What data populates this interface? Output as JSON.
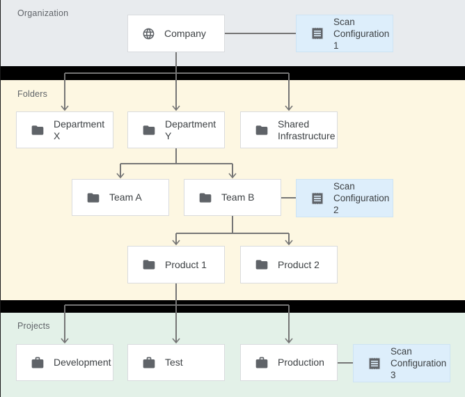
{
  "diagram": {
    "title_hint": "Resource hierarchy with scan configurations",
    "sections": {
      "organization": {
        "label": "Organization"
      },
      "folders": {
        "label": "Folders"
      },
      "projects": {
        "label": "Projects"
      }
    },
    "nodes": {
      "company": {
        "label": "Company",
        "icon": "globe-icon",
        "section": "organization"
      },
      "scan_config_1": {
        "label": "Scan Configuration 1",
        "icon": "receipt-icon",
        "section": "organization"
      },
      "department_x": {
        "label": "Department X",
        "icon": "folder-icon",
        "section": "folders"
      },
      "department_y": {
        "label": "Department Y",
        "icon": "folder-icon",
        "section": "folders"
      },
      "shared_infrastructure": {
        "label": "Shared Infrastructure",
        "icon": "folder-icon",
        "section": "folders"
      },
      "team_a": {
        "label": "Team A",
        "icon": "folder-icon",
        "section": "folders"
      },
      "team_b": {
        "label": "Team B",
        "icon": "folder-icon",
        "section": "folders"
      },
      "scan_config_2": {
        "label": "Scan Configuration 2",
        "icon": "receipt-icon",
        "section": "folders"
      },
      "product_1": {
        "label": "Product 1",
        "icon": "folder-icon",
        "section": "folders"
      },
      "product_2": {
        "label": "Product 2",
        "icon": "folder-icon",
        "section": "folders"
      },
      "development": {
        "label": "Development",
        "icon": "briefcase-icon",
        "section": "projects"
      },
      "test": {
        "label": "Test",
        "icon": "briefcase-icon",
        "section": "projects"
      },
      "production": {
        "label": "Production",
        "icon": "briefcase-icon",
        "section": "projects"
      },
      "scan_config_3": {
        "label": "Scan Configuration 3",
        "icon": "receipt-icon",
        "section": "projects"
      }
    },
    "edges": [
      {
        "from": "company",
        "to": "scan_config_1",
        "type": "association"
      },
      {
        "from": "company",
        "to": "department_x",
        "type": "hierarchy"
      },
      {
        "from": "company",
        "to": "department_y",
        "type": "hierarchy"
      },
      {
        "from": "company",
        "to": "shared_infrastructure",
        "type": "hierarchy"
      },
      {
        "from": "department_y",
        "to": "team_a",
        "type": "hierarchy"
      },
      {
        "from": "department_y",
        "to": "team_b",
        "type": "hierarchy"
      },
      {
        "from": "team_b",
        "to": "scan_config_2",
        "type": "association"
      },
      {
        "from": "team_b",
        "to": "product_1",
        "type": "hierarchy"
      },
      {
        "from": "team_b",
        "to": "product_2",
        "type": "hierarchy"
      },
      {
        "from": "product_1",
        "to": "development",
        "type": "hierarchy"
      },
      {
        "from": "product_1",
        "to": "test",
        "type": "hierarchy"
      },
      {
        "from": "product_1",
        "to": "production",
        "type": "hierarchy"
      },
      {
        "from": "production",
        "to": "scan_config_3",
        "type": "association"
      }
    ],
    "colors": {
      "organization_bg": "#e8ebee",
      "folders_bg": "#fdf7e2",
      "projects_bg": "#e3f1e8",
      "scan_config_bg": "#ddeefb",
      "separator": "#000000",
      "connector": "#757575",
      "node_border": "#d9dbde",
      "icon": "#5f6368",
      "node_text": "#3c4043",
      "section_label_text": "#5f6368"
    }
  }
}
